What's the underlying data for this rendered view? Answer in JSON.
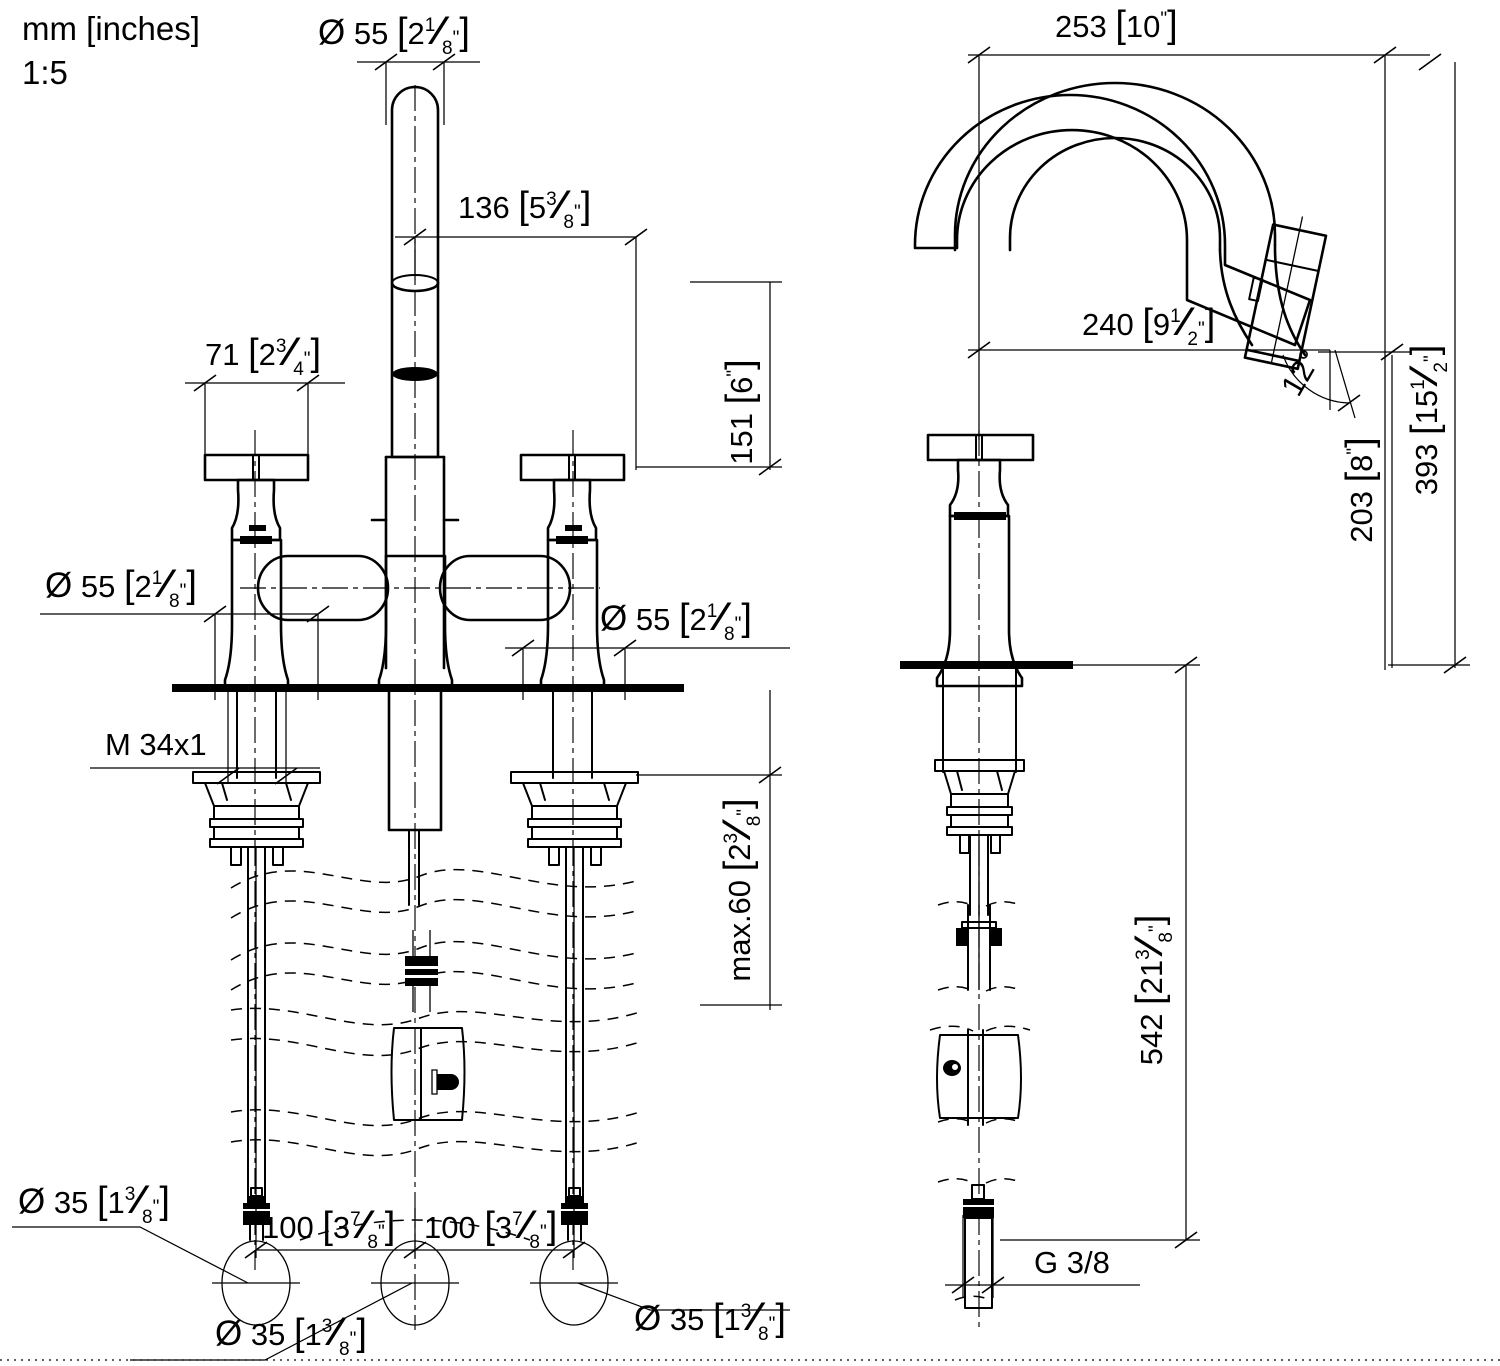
{
  "drawing": {
    "title_units": "mm [inches]",
    "scale": "1:5",
    "type": "technical-dimension-drawing",
    "subject": "Two-handle bridge kitchen faucet with pull-down spray",
    "views": [
      {
        "name": "front-view",
        "position": "left"
      },
      {
        "name": "side-view",
        "position": "right"
      }
    ],
    "line_color": "#000000",
    "background_color": "#ffffff"
  },
  "dimensions": {
    "spray_head_dia": {
      "mm": "55",
      "whole": "2",
      "num": "1",
      "den": "8",
      "symbol": "Ø",
      "label": "Ø 55 [2 1/8\"]"
    },
    "handle_width": {
      "mm": "71",
      "whole": "2",
      "num": "3",
      "den": "4",
      "symbol": "",
      "label": "71 [2 3/4\"]"
    },
    "spout_to_handle": {
      "mm": "136",
      "whole": "5",
      "num": "3",
      "den": "8",
      "symbol": "",
      "label": "136 [5 3/8\"]"
    },
    "handle_height": {
      "mm": "151",
      "whole": "6",
      "num": "",
      "den": "",
      "symbol": "",
      "label": "151 [6\"]"
    },
    "left_collar_dia": {
      "mm": "55",
      "whole": "2",
      "num": "1",
      "den": "8",
      "symbol": "Ø",
      "label": "Ø 55 [2 1/8\"]"
    },
    "right_collar_dia": {
      "mm": "55",
      "whole": "2",
      "num": "1",
      "den": "8",
      "symbol": "Ø",
      "label": "Ø 55 [2 1/8\"]"
    },
    "thread_spec": {
      "label": "M 34x1"
    },
    "max_deck_thickness": {
      "mm": "max.60",
      "whole": "2",
      "num": "3",
      "den": "8",
      "symbol": "",
      "label": "max.60 [2 3/8\"]"
    },
    "hole_dia_1": {
      "mm": "35",
      "whole": "1",
      "num": "3",
      "den": "8",
      "symbol": "Ø",
      "label": "Ø 35 [1 3/8\"]"
    },
    "hole_dia_2": {
      "mm": "35",
      "whole": "1",
      "num": "3",
      "den": "8",
      "symbol": "Ø",
      "label": "Ø 35 [1 3/8\"]"
    },
    "hole_dia_3": {
      "mm": "35",
      "whole": "1",
      "num": "3",
      "den": "8",
      "symbol": "Ø",
      "label": "Ø 35 [1 3/8\"]"
    },
    "hole_spacing_left": {
      "mm": "100",
      "whole": "3",
      "num": "7",
      "den": "8",
      "symbol": "",
      "label": "100 [3 7/8\"]"
    },
    "hole_spacing_right": {
      "mm": "100",
      "whole": "3",
      "num": "7",
      "den": "8",
      "symbol": "",
      "label": "100 [3 7/8\"]"
    },
    "spout_reach_total": {
      "mm": "253",
      "whole": "10",
      "num": "",
      "den": "",
      "symbol": "",
      "label": "253 [10\"]"
    },
    "spout_reach": {
      "mm": "240",
      "whole": "9",
      "num": "1",
      "den": "2",
      "symbol": "",
      "label": "240 [9 1/2\"]"
    },
    "spray_angle": {
      "label": "12°"
    },
    "overall_height": {
      "mm": "393",
      "whole": "15",
      "num": "1",
      "den": "2",
      "symbol": "",
      "label": "393 [15 1/2\"]"
    },
    "spout_height": {
      "mm": "203",
      "whole": "8",
      "num": "",
      "den": "",
      "symbol": "",
      "label": "203 [8\"]"
    },
    "hose_length": {
      "mm": "542",
      "whole": "21",
      "num": "3",
      "den": "8",
      "symbol": "",
      "label": "542 [21 3/8\"]"
    },
    "supply_connection": {
      "label": "G 3/8"
    }
  }
}
